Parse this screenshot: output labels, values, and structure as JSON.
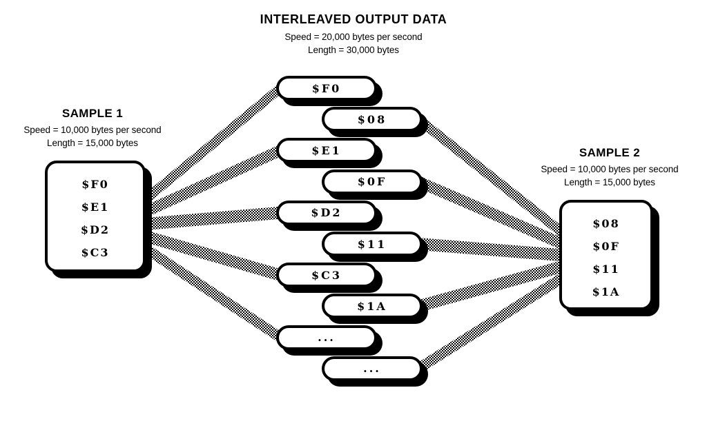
{
  "diagram": {
    "title": "INTERLEAVED OUTPUT DATA",
    "output": {
      "speed": "Speed = 20,000 bytes per second",
      "length": "Length = 30,000 bytes"
    },
    "sample1": {
      "title": "SAMPLE 1",
      "speed": "Speed = 10,000 bytes per second",
      "length": "Length = 15,000 bytes",
      "values": [
        "$F0",
        "$E1",
        "$D2",
        "$C3"
      ],
      "ellipsis": "..."
    },
    "sample2": {
      "title": "SAMPLE 2",
      "speed": "Speed = 10,000 bytes per second",
      "length": "Length = 15,000 bytes",
      "values": [
        "$08",
        "$0F",
        "$11",
        "$1A"
      ],
      "ellipsis": "..."
    },
    "interleaved": [
      {
        "label": "$F0",
        "source": "sample1",
        "align": "left"
      },
      {
        "label": "$08",
        "source": "sample2",
        "align": "right"
      },
      {
        "label": "$E1",
        "source": "sample1",
        "align": "left"
      },
      {
        "label": "$0F",
        "source": "sample2",
        "align": "right"
      },
      {
        "label": "$D2",
        "source": "sample1",
        "align": "left"
      },
      {
        "label": "$11",
        "source": "sample2",
        "align": "right"
      },
      {
        "label": "$C3",
        "source": "sample1",
        "align": "left"
      },
      {
        "label": "$1A",
        "source": "sample2",
        "align": "right"
      },
      {
        "label": "...",
        "source": "sample1",
        "align": "left"
      },
      {
        "label": "...",
        "source": "sample2",
        "align": "right"
      }
    ],
    "colors": {
      "ink": "#000000",
      "paper": "#ffffff"
    }
  }
}
